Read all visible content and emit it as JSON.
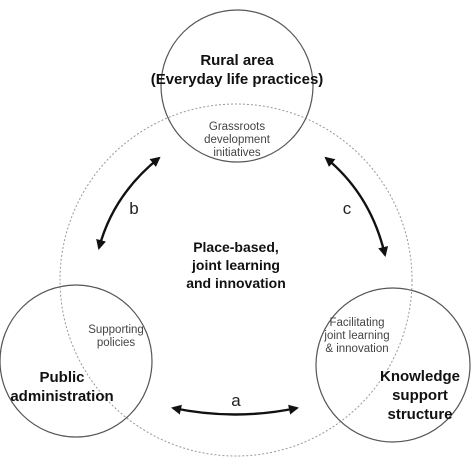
{
  "diagram": {
    "center": {
      "lines": [
        "Place-based,",
        "joint learning",
        "and innovation"
      ]
    },
    "nodes": {
      "rural": {
        "lines": [
          "Rural area",
          "(Everyday life practices)"
        ],
        "overlap_lines": [
          "Grassroots",
          "development",
          "initiatives"
        ]
      },
      "public": {
        "lines": [
          "Public",
          "administration"
        ],
        "overlap_lines": [
          "Supporting",
          "policies"
        ]
      },
      "knowledge": {
        "lines": [
          "Knowledge",
          "support",
          "structure"
        ],
        "overlap_lines": [
          "Facilitating",
          "joint learning",
          "& innovation"
        ]
      }
    },
    "links": {
      "a": "a",
      "b": "b",
      "c": "c"
    },
    "colors": {
      "circle_stroke": "#555555",
      "dotted_stroke": "#999999",
      "arrow": "#111111"
    }
  }
}
